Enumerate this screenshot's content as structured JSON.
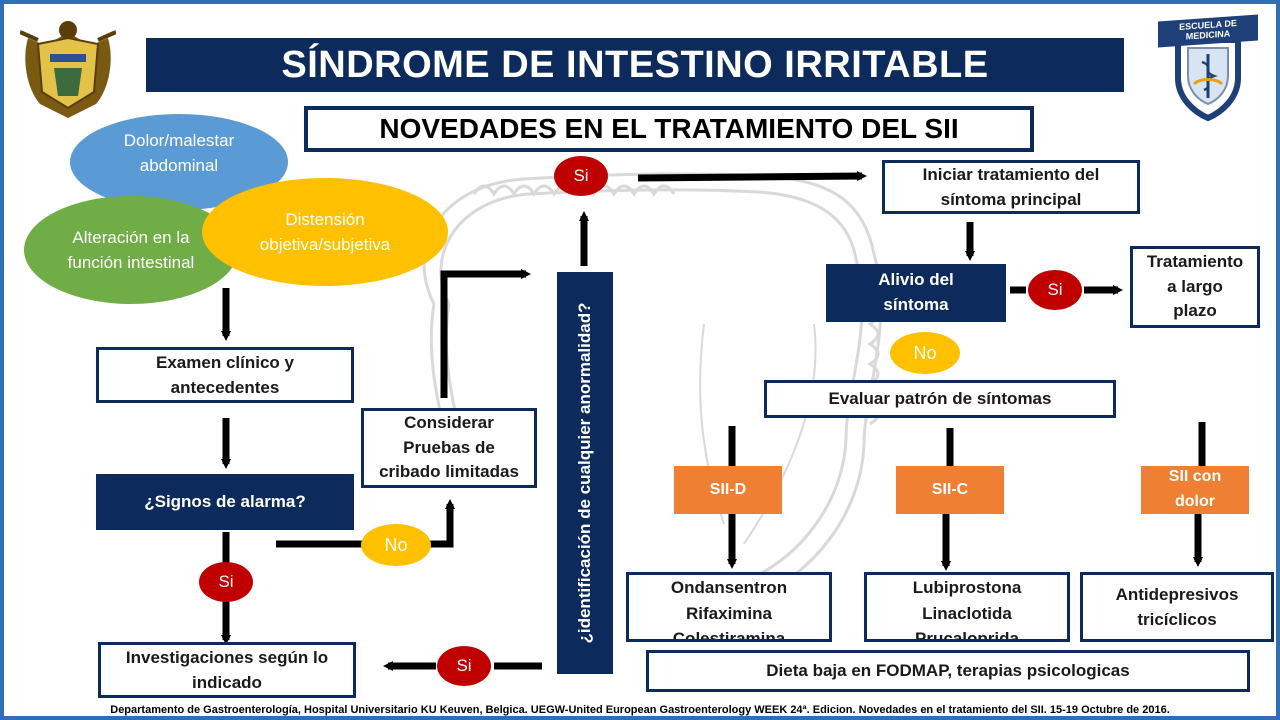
{
  "header": {
    "title": "SÍNDROME DE INTESTINO IRRITABLE",
    "subtitle": "NOVEDADES EN EL TRATAMIENTO DEL SII"
  },
  "symptoms": {
    "pain": "Dolor/malestar abdominal",
    "bowel": "Alteración en la función intestinal",
    "distension": "Distensión objetiva/subjetiva"
  },
  "left_flow": {
    "exam": "Examen clínico y antecedentes",
    "alarm": "¿Signos de alarma?",
    "si_label": "Si",
    "no_label": "No",
    "investigations": "Investigaciones según lo indicado",
    "screening": "Considerar Pruebas de cribado limitadas"
  },
  "center": {
    "identification": "¿identificación de cualquier anormalidad?",
    "si_top": "Si",
    "si_bottom": "Si"
  },
  "right_flow": {
    "start_treatment": "Iniciar tratamiento del síntoma principal",
    "relief": "Alivio del síntoma",
    "relief_si": "Si",
    "relief_no": "No",
    "long_term": "Tratamiento a largo plazo",
    "evaluate": "Evaluar patrón de síntomas",
    "sii_d": "SII-D",
    "sii_c": "SII-C",
    "sii_pain": "SII con dolor",
    "treat_d": "Ondansentron Rifaximina Colestiramina",
    "treat_c": "Lubiprostona Linaclotida Prucaloprida",
    "treat_pain": "Antidepresivos tricíclicos",
    "diet": "Dieta baja en FODMAP, terapias psicologicas"
  },
  "footer": {
    "citation": "Departamento de Gastroenterología, Hospital Universitario KU Keuven, Belgica. UEGW-United European Gastroenterology WEEK 24ª. Edicion. Novedades en el tratamiento del SII. 15-19 Octubre de 2016."
  },
  "logos": {
    "right_banner": "ESCUELA DE MEDICINA"
  },
  "colors": {
    "navy": "#0d2a5c",
    "orange": "#ee7f33",
    "red": "#c00000",
    "yellow": "#ffc000",
    "blue_oval": "#5b9bd5",
    "green_oval": "#70ad47",
    "frame": "#2e6fb6"
  }
}
